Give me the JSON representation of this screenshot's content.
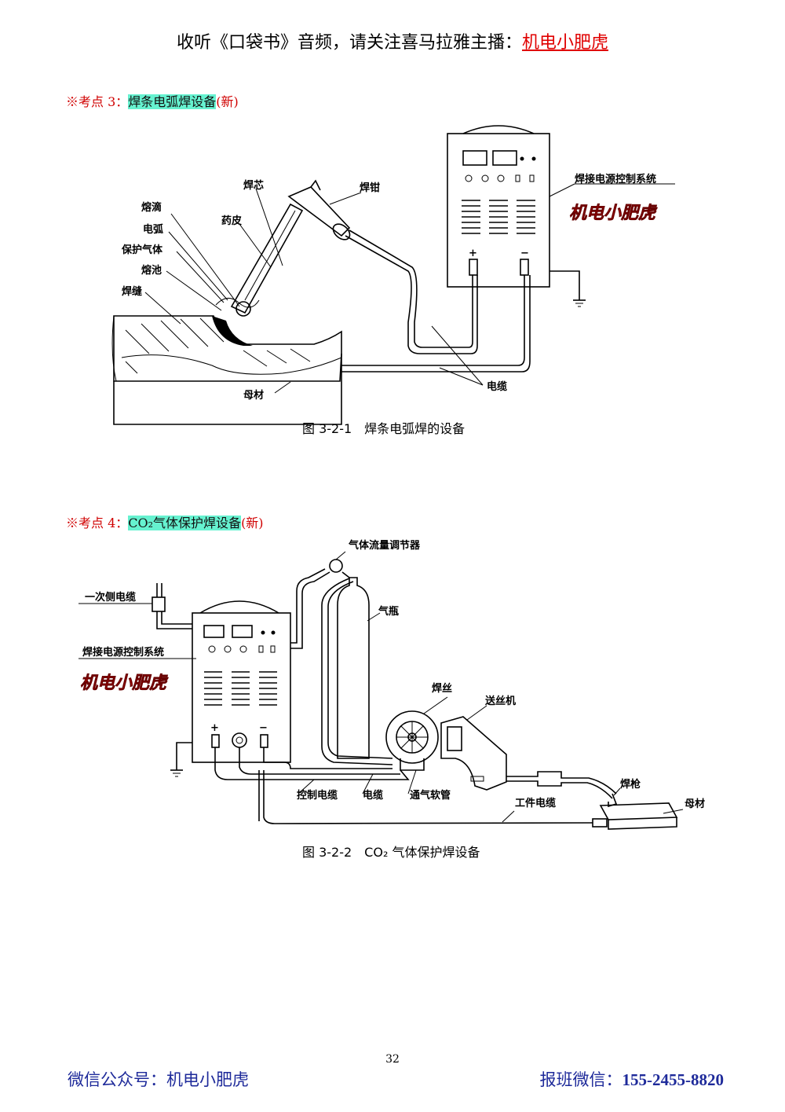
{
  "header": {
    "prefix": "收听《口袋书》音频，请关注喜马拉雅主播：",
    "brand": "机电小肥虎"
  },
  "section3": {
    "prefix": "※考点 3：",
    "highlight": "焊条电弧焊设备",
    "suffix": "(新)"
  },
  "figure1": {
    "labels": {
      "core": "焊芯",
      "clamp": "焊钳",
      "droplet": "熔滴",
      "coating": "药皮",
      "arc": "电弧",
      "shield_gas": "保护气体",
      "pool": "熔池",
      "seam": "焊缝",
      "base": "母材",
      "cable": "电缆",
      "power": "焊接电源控制系统",
      "plus": "+",
      "minus": "−"
    },
    "watermark": "机电小肥虎",
    "caption": "图 3-2-1　焊条电弧焊的设备"
  },
  "section4": {
    "prefix": "※考点 4：",
    "highlight": "CO₂气体保护焊设备",
    "suffix": "(新)"
  },
  "figure2": {
    "labels": {
      "regulator": "气体流量调节器",
      "primary_cable": "一次侧电缆",
      "cylinder": "气瓶",
      "power": "焊接电源控制系统",
      "wire": "焊丝",
      "feeder": "送丝机",
      "torch": "焊枪",
      "base": "母材",
      "work_cable": "工件电缆",
      "control_cable": "控制电缆",
      "cable": "电缆",
      "gas_hose": "通气软管",
      "plus": "+",
      "minus": "−"
    },
    "watermark": "机电小肥虎",
    "caption": "图 3-2-2　CO₂ 气体保护焊设备"
  },
  "page_number": "32",
  "footer": {
    "left": "微信公众号：机电小肥虎",
    "right_prefix": "报班微信：",
    "right_number": "155-2455-8820"
  },
  "colors": {
    "brand_red": "#e00000",
    "highlight": "#66f2d0",
    "footer_blue": "#1e2a9a"
  }
}
